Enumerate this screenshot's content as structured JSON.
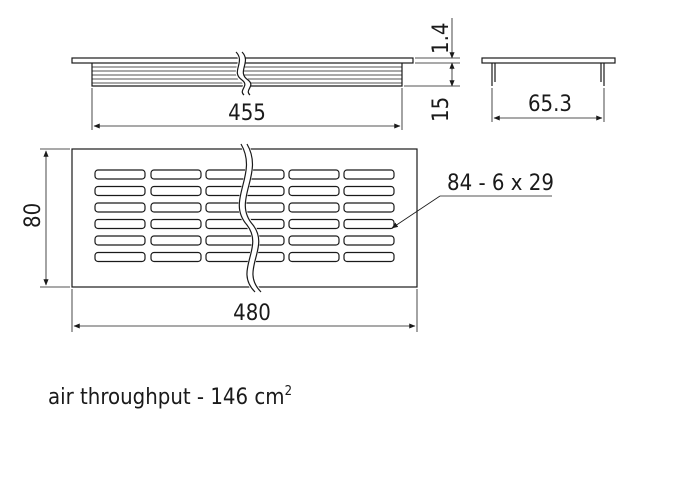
{
  "dimensions": {
    "side_length": "455",
    "top_thickness": "1.4",
    "body_height": "15",
    "depth": "65.3",
    "front_height": "80",
    "front_length": "480",
    "slots_callout": "84 - 6 x 29"
  },
  "note": {
    "text": "air throughput - 146 cm",
    "superscript": "2"
  },
  "grille": {
    "rows": 6,
    "columns": 5,
    "color": "#1a1a1a"
  }
}
